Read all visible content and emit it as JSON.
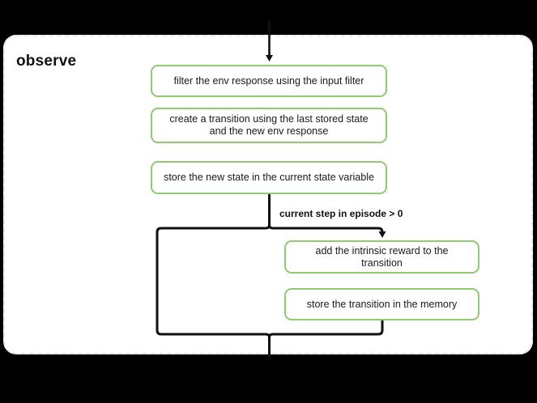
{
  "diagram": {
    "title": "observe",
    "background_color": "#000000",
    "panel": {
      "fill": "#ffffff",
      "border_color": "#e8e8e8",
      "border_style": "dashed"
    },
    "node_border_color": "#8fcb70",
    "connector_color": "#111111",
    "nodes": [
      {
        "id": "filter",
        "label": "filter the env response using the input filter"
      },
      {
        "id": "create",
        "label": "create a transition using the last stored state and the new env response"
      },
      {
        "id": "store",
        "label": "store the new state in the current state variable"
      },
      {
        "id": "intrinsic",
        "label": "add the intrinsic reward to the transition"
      },
      {
        "id": "memory",
        "label": "store the transition in the memory"
      }
    ],
    "edge_labels": [
      {
        "id": "condition",
        "label": "current step in episode > 0"
      }
    ]
  }
}
